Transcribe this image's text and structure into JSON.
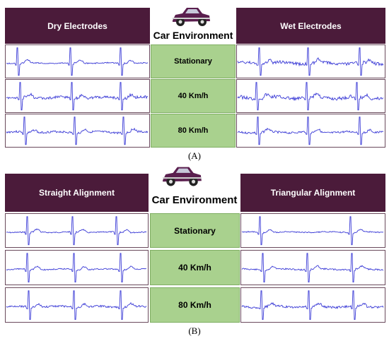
{
  "panel_a": {
    "left_header": "Dry Electrodes",
    "right_header": "Wet Electrodes",
    "environment_title": "Car Environment",
    "conditions": [
      "Stationary",
      "40 Km/h",
      "80 Km/h"
    ],
    "caption": "(A)"
  },
  "panel_b": {
    "left_header": "Straight Alignment",
    "right_header": "Triangular Alignment",
    "environment_title": "Car Environment",
    "conditions": [
      "Stationary",
      "40 Km/h",
      "80 Km/h"
    ],
    "caption": "(B)"
  },
  "colors": {
    "header_bg": "#4b1b3a",
    "condition_bg": "#a9d18e",
    "trace": "#3b3bd6",
    "car_body": "#5a1e4e"
  },
  "icons": [
    "car-icon"
  ]
}
